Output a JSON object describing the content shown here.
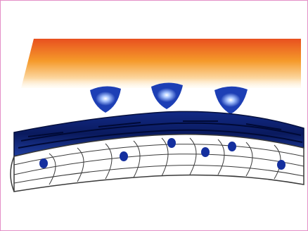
{
  "figure": {
    "kind": "illustration",
    "elements": [
      "heat-band",
      "energy-droplet",
      "dark-blue-layer",
      "striped-substrate"
    ],
    "colors": {
      "frame": "#e48fc7",
      "heat_top": "#e8501f",
      "heat_mid": "#f59a2a",
      "heat_fade": "#fff7e6",
      "layer_dark": "#0d1f6e",
      "layer_mid": "#1f3ea0",
      "droplet": "#1d3fb5",
      "droplet_glow": "#ffffff",
      "dot": "#142f9e",
      "substrate": "#ffffff",
      "substrate_line": "#3a3a3a"
    },
    "droplet_count": 3,
    "dot_count": 6
  }
}
